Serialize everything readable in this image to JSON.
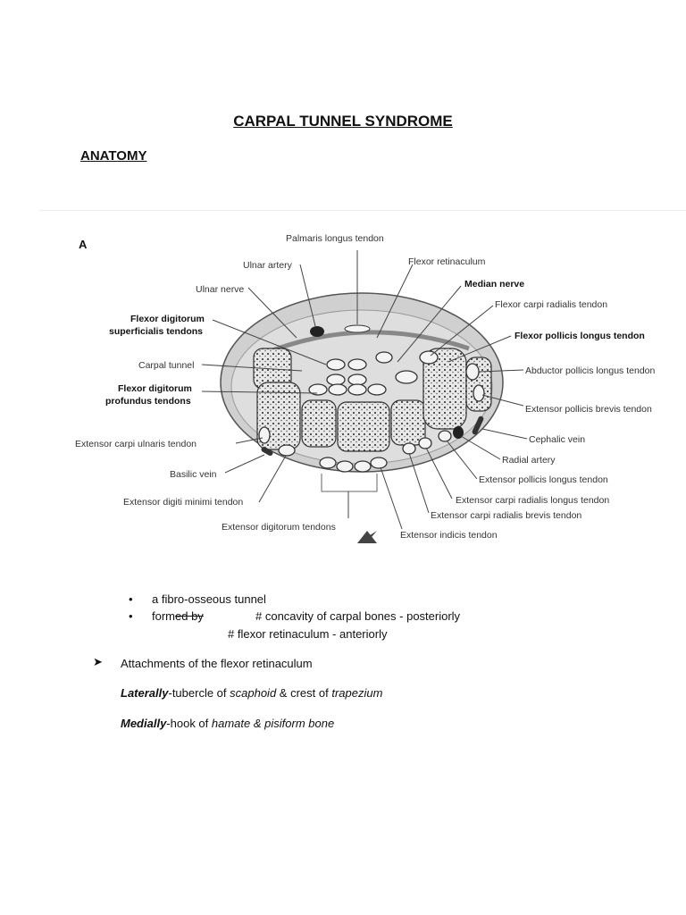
{
  "doc": {
    "title": "CARPAL TUNNEL SYNDROME",
    "section": "ANATOMY",
    "figure_letter": "A"
  },
  "figure": {
    "labels": {
      "palmaris": "Palmaris longus tendon",
      "ulnar_artery": "Ulnar artery",
      "flexor_retinaculum": "Flexor retinaculum",
      "ulnar_nerve": "Ulnar nerve",
      "median_nerve": "Median nerve",
      "fds_1": "Flexor digitorum",
      "fds_2": "superficialis tendons",
      "fcr": "Flexor carpi radialis tendon",
      "fpl": "Flexor pollicis longus tendon",
      "carpal_tunnel": "Carpal tunnel",
      "apl": "Abductor pollicis longus tendon",
      "fdp_1": "Flexor digitorum",
      "fdp_2": "profundus tendons",
      "epb": "Extensor pollicis brevis tendon",
      "ecu": "Extensor carpi ulnaris tendon",
      "cephalic": "Cephalic vein",
      "basilic": "Basilic vein",
      "radial_artery": "Radial artery",
      "epl": "Extensor pollicis longus tendon",
      "edm": "Extensor digiti minimi tendon",
      "ecrl": "Extensor carpi radialis longus tendon",
      "ecrb": "Extensor carpi radialis brevis tendon",
      "ed": "Extensor digitorum tendons",
      "ei": "Extensor indicis tendon"
    }
  },
  "notes": {
    "bullet1": "a fibro-osseous tunnel",
    "bullet2_a": "form",
    "bullet2_strike": "ed by",
    "bullet2_b": "# concavity of carpal bones - posteriorly",
    "bullet2_c": "# flexor retinaculum - anteriorly",
    "attachments_heading": "Attachments of the flexor retinaculum",
    "lat_label": "Laterally",
    "lat_text1": "-tubercle of ",
    "lat_scaphoid": "scaphoid",
    "lat_text2": " & crest of ",
    "lat_trapezium": "trapezium",
    "med_label": "Medially",
    "med_text1": "-hook of ",
    "med_rest": "hamate & pisiform bone"
  }
}
